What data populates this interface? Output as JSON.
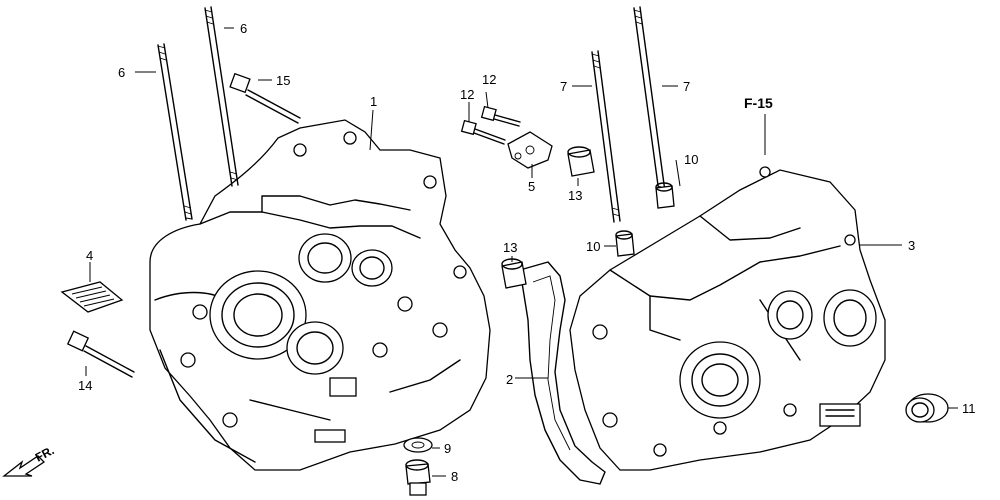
{
  "callouts": {
    "c1": "1",
    "c2": "2",
    "c3": "3",
    "c4": "4",
    "c5": "5",
    "c6a": "6",
    "c6b": "6",
    "c7a": "7",
    "c7b": "7",
    "c8": "8",
    "c9": "9",
    "c10a": "10",
    "c10b": "10",
    "c11": "11",
    "c12a": "12",
    "c12b": "12",
    "c13a": "13",
    "c13b": "13",
    "c14": "14",
    "c15": "15"
  },
  "reference": "F-15",
  "direction_label": "FR."
}
